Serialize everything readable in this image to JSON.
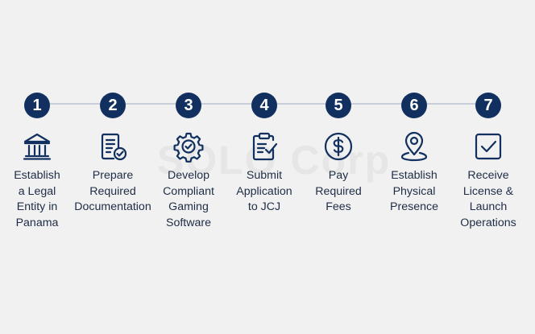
{
  "watermark": "SOLO Corp",
  "steps": [
    {
      "number": "1",
      "label": "Establish\na Legal\nEntity in\nPanama",
      "icon": "bank-building-icon"
    },
    {
      "number": "2",
      "label": "Prepare\nRequired\nDocumentation",
      "icon": "document-check-icon"
    },
    {
      "number": "3",
      "label": "Develop\nCompliant\nGaming\nSoftware",
      "icon": "gear-check-icon"
    },
    {
      "number": "4",
      "label": "Submit\nApplication\nto JCJ",
      "icon": "clipboard-check-icon"
    },
    {
      "number": "5",
      "label": "Pay\nRequired\nFees",
      "icon": "dollar-coin-icon"
    },
    {
      "number": "6",
      "label": "Establish\nPhysical\nPresence",
      "icon": "location-pin-icon"
    },
    {
      "number": "7",
      "label": "Receive\nLicense &\nLaunch\nOperations",
      "icon": "checkbox-icon"
    }
  ],
  "colors": {
    "accent": "#12305f",
    "connector": "#c9cfd8",
    "text": "#1e2c45",
    "background": "#f1f1f1"
  }
}
